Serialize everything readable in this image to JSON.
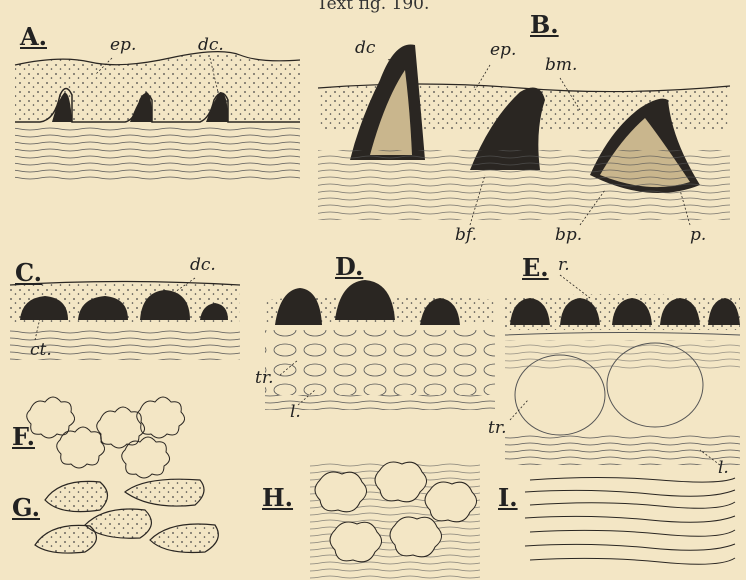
{
  "caption": "Text fig. 190.",
  "panels": {
    "A": {
      "label": "A.",
      "annotations": {
        "ep": "ep.",
        "dc": "dc."
      }
    },
    "B": {
      "label": "B.",
      "annotations": {
        "dc": "dc",
        "ep": "ep.",
        "bm": "bm.",
        "bf": "bf.",
        "bp": "bp.",
        "p": "p."
      }
    },
    "C": {
      "label": "C.",
      "annotations": {
        "dc": "dc.",
        "ct": "ct."
      }
    },
    "D": {
      "label": "D.",
      "annotations": {
        "tr": "tr.",
        "l": "l."
      }
    },
    "E": {
      "label": "E.",
      "annotations": {
        "r": "r.",
        "tr": "tr.",
        "l": "l."
      }
    },
    "F": {
      "label": "F."
    },
    "G": {
      "label": "G."
    },
    "H": {
      "label": "H."
    },
    "I": {
      "label": "I."
    }
  },
  "colors": {
    "paper": "#f3e6c5",
    "ink": "#2a2622"
  }
}
